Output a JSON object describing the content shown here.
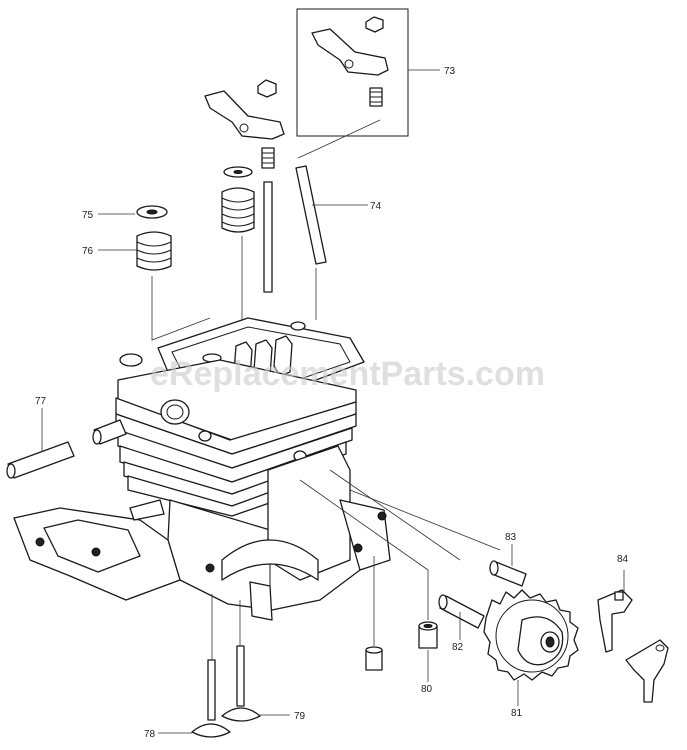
{
  "watermark": "eReplacementParts.com",
  "colors": {
    "line": "#1a1a1a",
    "watermark": "#c9c9c9",
    "background": "#ffffff"
  },
  "callouts": {
    "c73": "73",
    "c74": "74",
    "c75": "75",
    "c76": "76",
    "c77": "77",
    "c78": "78",
    "c79": "79",
    "c80": "80",
    "c81": "81",
    "c82": "82",
    "c83": "83",
    "c84": "84"
  }
}
